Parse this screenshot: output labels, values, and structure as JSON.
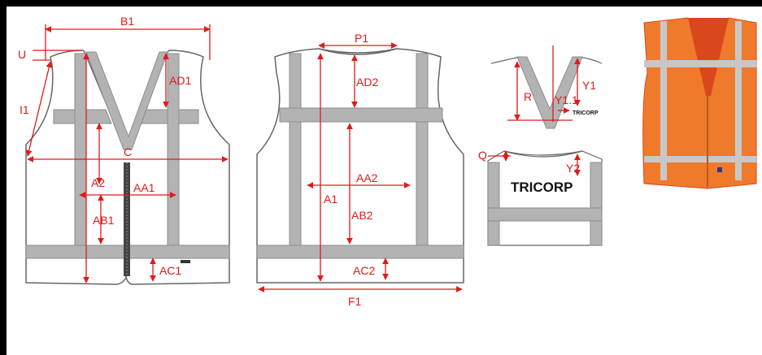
{
  "labels": {
    "B1": "B1",
    "U": "U",
    "I1": "I1",
    "AD1": "AD1",
    "C": "C",
    "A2": "A2",
    "AA1": "AA1",
    "AB1": "AB1",
    "AC1": "AC1",
    "P1": "P1",
    "AD2": "AD2",
    "AA2": "AA2",
    "A1": "A1",
    "AB2": "AB2",
    "AC2": "AC2",
    "F1": "F1",
    "R": "R",
    "Y1": "Y1",
    "Y1_1": "Y1.1",
    "Q": "Q",
    "Y2": "Y2"
  },
  "brand": {
    "small": "TRICORP",
    "large": "TRICORP"
  },
  "colors": {
    "outline": "#666666",
    "reflective": "#b3b3b3",
    "reflective_edge": "#8c8c8c",
    "measure": "#e01a1a",
    "vest_orange": "#f07a2c",
    "vest_inner": "#d9481c",
    "frame": "#000000"
  }
}
